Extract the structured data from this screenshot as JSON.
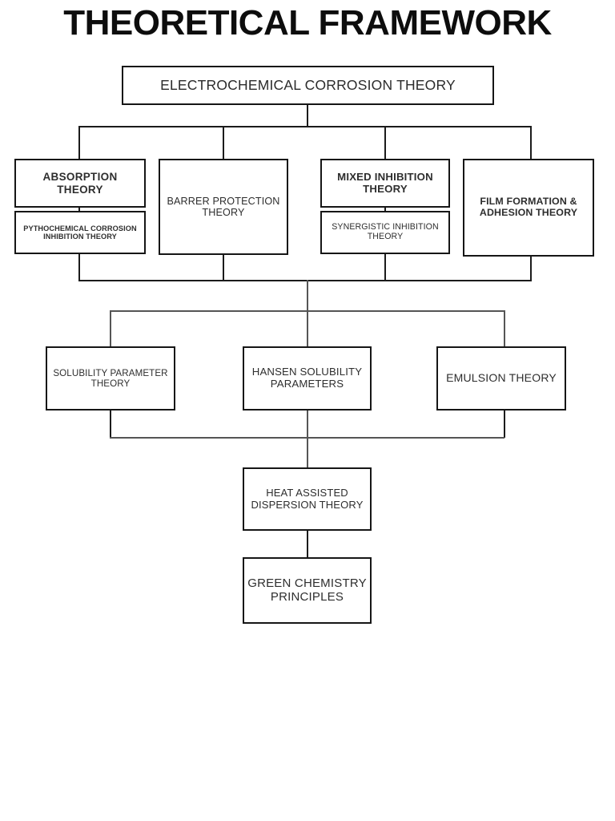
{
  "page": {
    "title": "THEORETICAL FRAMEWORK",
    "background_color": "#ffffff",
    "line_color": "#1b1b1b",
    "text_color": "#2e2e2e"
  },
  "diagram": {
    "type": "flowchart",
    "orientation": "top-down",
    "levels": [
      {
        "level": 1,
        "nodes": [
          {
            "id": "electrochemical-corrosion-theory",
            "label": "ELECTROCHEMICAL CORROSION THEORY"
          }
        ]
      },
      {
        "level": 2,
        "nodes": [
          {
            "id": "absorption-theory",
            "label": "ABSORPTION THEORY"
          },
          {
            "id": "pythochemical-corrosion-inhibition-theory",
            "label": "PYTHOCHEMICAL CORROSION INHIBITION THEORY"
          },
          {
            "id": "barrer-protection-theory",
            "label": "BARRER PROTECTION THEORY"
          },
          {
            "id": "mixed-inhibition-theory",
            "label": "MIXED INHIBITION THEORY"
          },
          {
            "id": "synergistic-inhibition-theory",
            "label": "SYNERGISTIC INHIBITION THEORY"
          },
          {
            "id": "film-formation-adhesion-theory",
            "label": "FILM FORMATION & ADHESION THEORY"
          }
        ]
      },
      {
        "level": 3,
        "nodes": [
          {
            "id": "solubility-parameter-theory",
            "label": "SOLUBILITY PARAMETER THEORY"
          },
          {
            "id": "hansen-solubility-parameters",
            "label": "HANSEN SOLUBILITY PARAMETERS"
          },
          {
            "id": "emulsion-theory",
            "label": "EMULSION THEORY"
          }
        ]
      },
      {
        "level": 4,
        "nodes": [
          {
            "id": "heat-assisted-dispersion-theory",
            "label": "HEAT ASSISTED DISPERSION THEORY"
          }
        ]
      },
      {
        "level": 5,
        "nodes": [
          {
            "id": "green-chemistry-principles",
            "label": "GREEN CHEMISTRY PRINCIPLES"
          }
        ]
      }
    ],
    "edges": [
      {
        "from": "electrochemical-corrosion-theory",
        "to": "absorption-theory"
      },
      {
        "from": "electrochemical-corrosion-theory",
        "to": "barrer-protection-theory"
      },
      {
        "from": "electrochemical-corrosion-theory",
        "to": "mixed-inhibition-theory"
      },
      {
        "from": "electrochemical-corrosion-theory",
        "to": "film-formation-adhesion-theory"
      },
      {
        "from": "absorption-theory",
        "to": "pythochemical-corrosion-inhibition-theory"
      },
      {
        "from": "mixed-inhibition-theory",
        "to": "synergistic-inhibition-theory"
      },
      {
        "from": "level-2-group",
        "to": "solubility-parameter-theory"
      },
      {
        "from": "level-2-group",
        "to": "hansen-solubility-parameters"
      },
      {
        "from": "level-2-group",
        "to": "emulsion-theory"
      },
      {
        "from": "level-3-group",
        "to": "heat-assisted-dispersion-theory"
      },
      {
        "from": "heat-assisted-dispersion-theory",
        "to": "green-chemistry-principles"
      }
    ]
  }
}
